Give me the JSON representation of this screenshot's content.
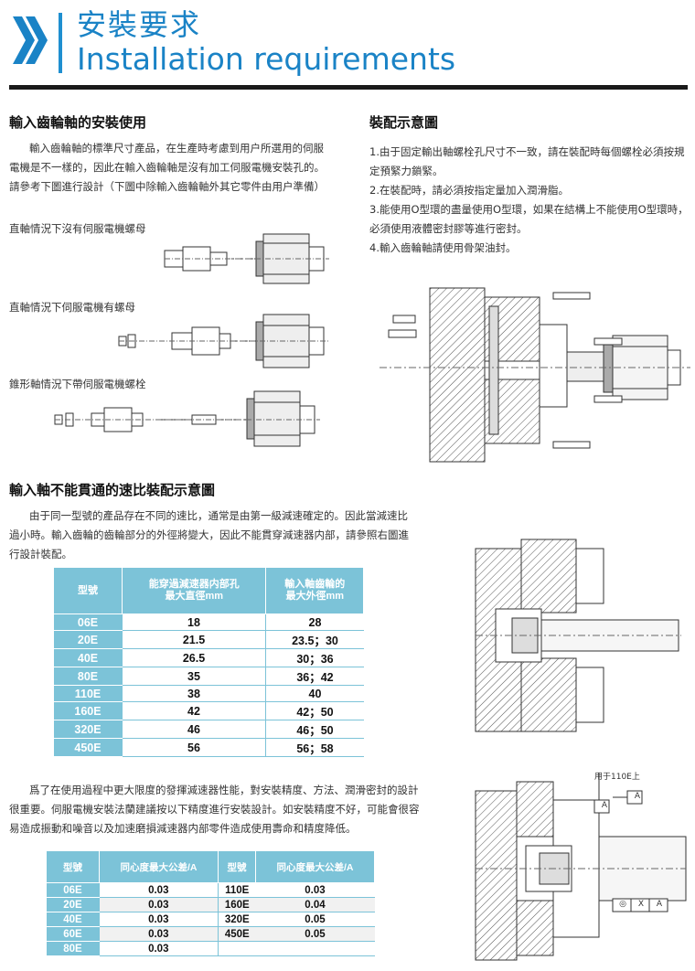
{
  "header": {
    "title_cn": "安裝要求",
    "title_en": "Installation requirements"
  },
  "left_section": {
    "title": "輸入齒輪軸的安裝使用",
    "paragraph": [
      "輸入齒輪軸的標準尺寸產品，在生產時考慮到用户所選用的伺服",
      "電機是不一樣的，因此在輸入齒輪軸是沒有加工伺服電機安裝孔的。",
      "請參考下圖進行設計（下圖中除輸入齒輪軸外其它零件由用户準備）"
    ],
    "diagram_labels": [
      "直軸情況下沒有伺服電機螺母",
      "直軸情況下伺服電機有螺母",
      "錐形軸情況下帶伺服電機螺栓"
    ]
  },
  "right_section": {
    "title": "裝配示意圖",
    "notes": [
      "1.由于固定輸出軸螺栓孔尺寸不一致，請在裝配時每個螺栓必須按規",
      "定預緊力鎖緊。",
      "2.在裝配時，請必須按指定量加入潤滑脂。",
      "3.能使用O型環的盡量使用O型環，如果在結構上不能使用O型環時，",
      "必須使用液體密封膠等進行密封。",
      "4.輸入齒輪軸請使用骨架油封。"
    ]
  },
  "ratio_section": {
    "title": "輸入軸不能貫通的速比裝配示意圖",
    "paragraph": [
      "由于同一型號的產品存在不同的速比，通常是由第一級減速確定的。因此當減速比",
      "過小時。輸入齒輪的齒輪部分的外徑將變大，因此不能貫穿減速器内部，請參照右圖進",
      "行設計裝配。"
    ]
  },
  "table1": {
    "headers": [
      "型號",
      "能穿過減速器内部孔\n最大直徑mm",
      "輸入軸齒輪的\n最大外徑mm"
    ],
    "rows": [
      [
        "06E",
        "18",
        "28"
      ],
      [
        "20E",
        "21.5",
        "23.5；30"
      ],
      [
        "40E",
        "26.5",
        "30；36"
      ],
      [
        "80E",
        "35",
        "36；42"
      ],
      [
        "110E",
        "38",
        "40"
      ],
      [
        "160E",
        "42",
        "42；50"
      ],
      [
        "320E",
        "46",
        "46；50"
      ],
      [
        "450E",
        "56",
        "56；58"
      ]
    ]
  },
  "precision_section": {
    "paragraph": [
      "爲了在使用過程中更大限度的發揮減速器性能，對安裝精度、方法、潤滑密封的設計",
      "很重要。伺服電機安裝法蘭建議按以下精度進行安裝設計。如安裝精度不好，可能會很容",
      "易造成振動和噪音以及加速磨損減速器内部零件造成使用壽命和精度降低。"
    ],
    "diagram_note": "用于110E上",
    "datum_label": "A",
    "tolerance_symbol": "◎",
    "tolerance_mid": "X",
    "tolerance_ref": "A"
  },
  "table2": {
    "headers": [
      "型號",
      "同心度最大公差/A",
      "型號",
      "同心度最大公差/A"
    ],
    "rows": [
      [
        "06E",
        "0.03",
        "110E",
        "0.03"
      ],
      [
        "20E",
        "0.03",
        "160E",
        "0.04"
      ],
      [
        "40E",
        "0.03",
        "320E",
        "0.05"
      ],
      [
        "60E",
        "0.03",
        "450E",
        "0.05"
      ],
      [
        "80E",
        "0.03",
        "",
        ""
      ]
    ]
  },
  "colors": {
    "brand_blue": "#1a83c6",
    "table_header": "#7cc3d8"
  }
}
